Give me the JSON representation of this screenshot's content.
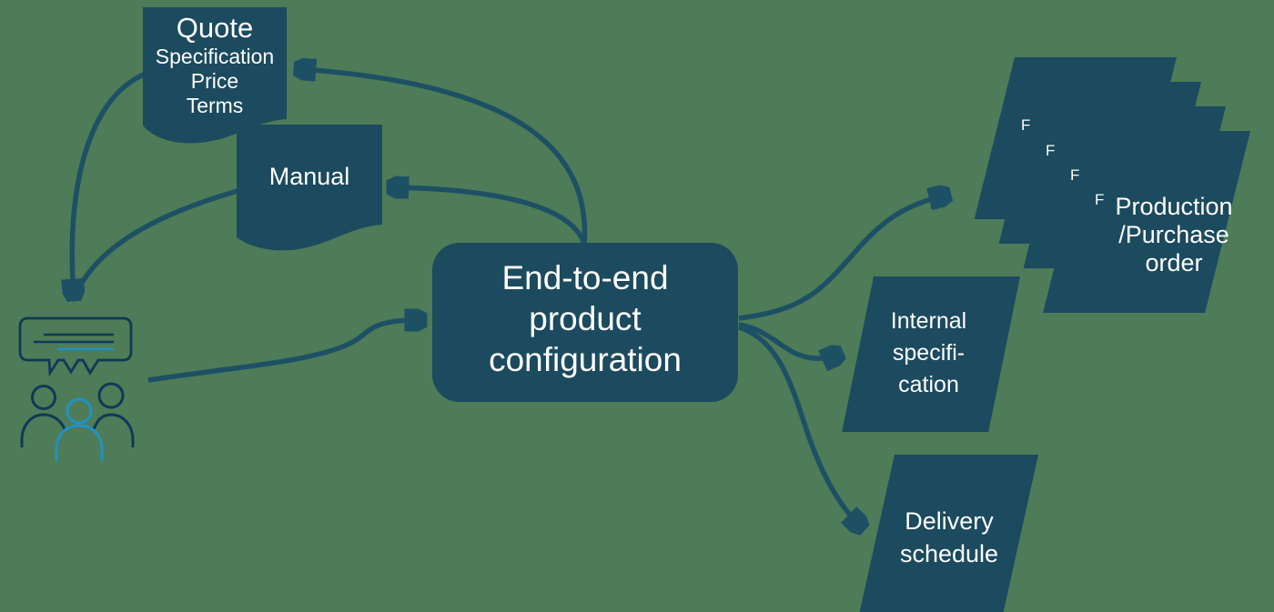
{
  "theme": {
    "background": "#4e7b58",
    "shape": "#1c4a5e",
    "arrow": "#1e5065",
    "text": "#ffffff",
    "icon-primary": "#0e3a56",
    "icon-accent": "#2191c4"
  },
  "center_box": {
    "label": "End-to-end\nproduct\nconfiguration"
  },
  "quote_doc": {
    "title": "Quote",
    "details": "Specification\nPrice\nTerms"
  },
  "manual_doc": {
    "label": "Manual"
  },
  "production_stack": {
    "label": "Production\n/Purchase\norder",
    "file_labels": [
      "F",
      "F",
      "F",
      "F"
    ]
  },
  "internal_spec": {
    "label": "Internal\nspecifi-\ncation"
  },
  "delivery_schedule": {
    "label": "Delivery\nschedule"
  },
  "icons": {
    "people": "discussion-people-icon"
  }
}
